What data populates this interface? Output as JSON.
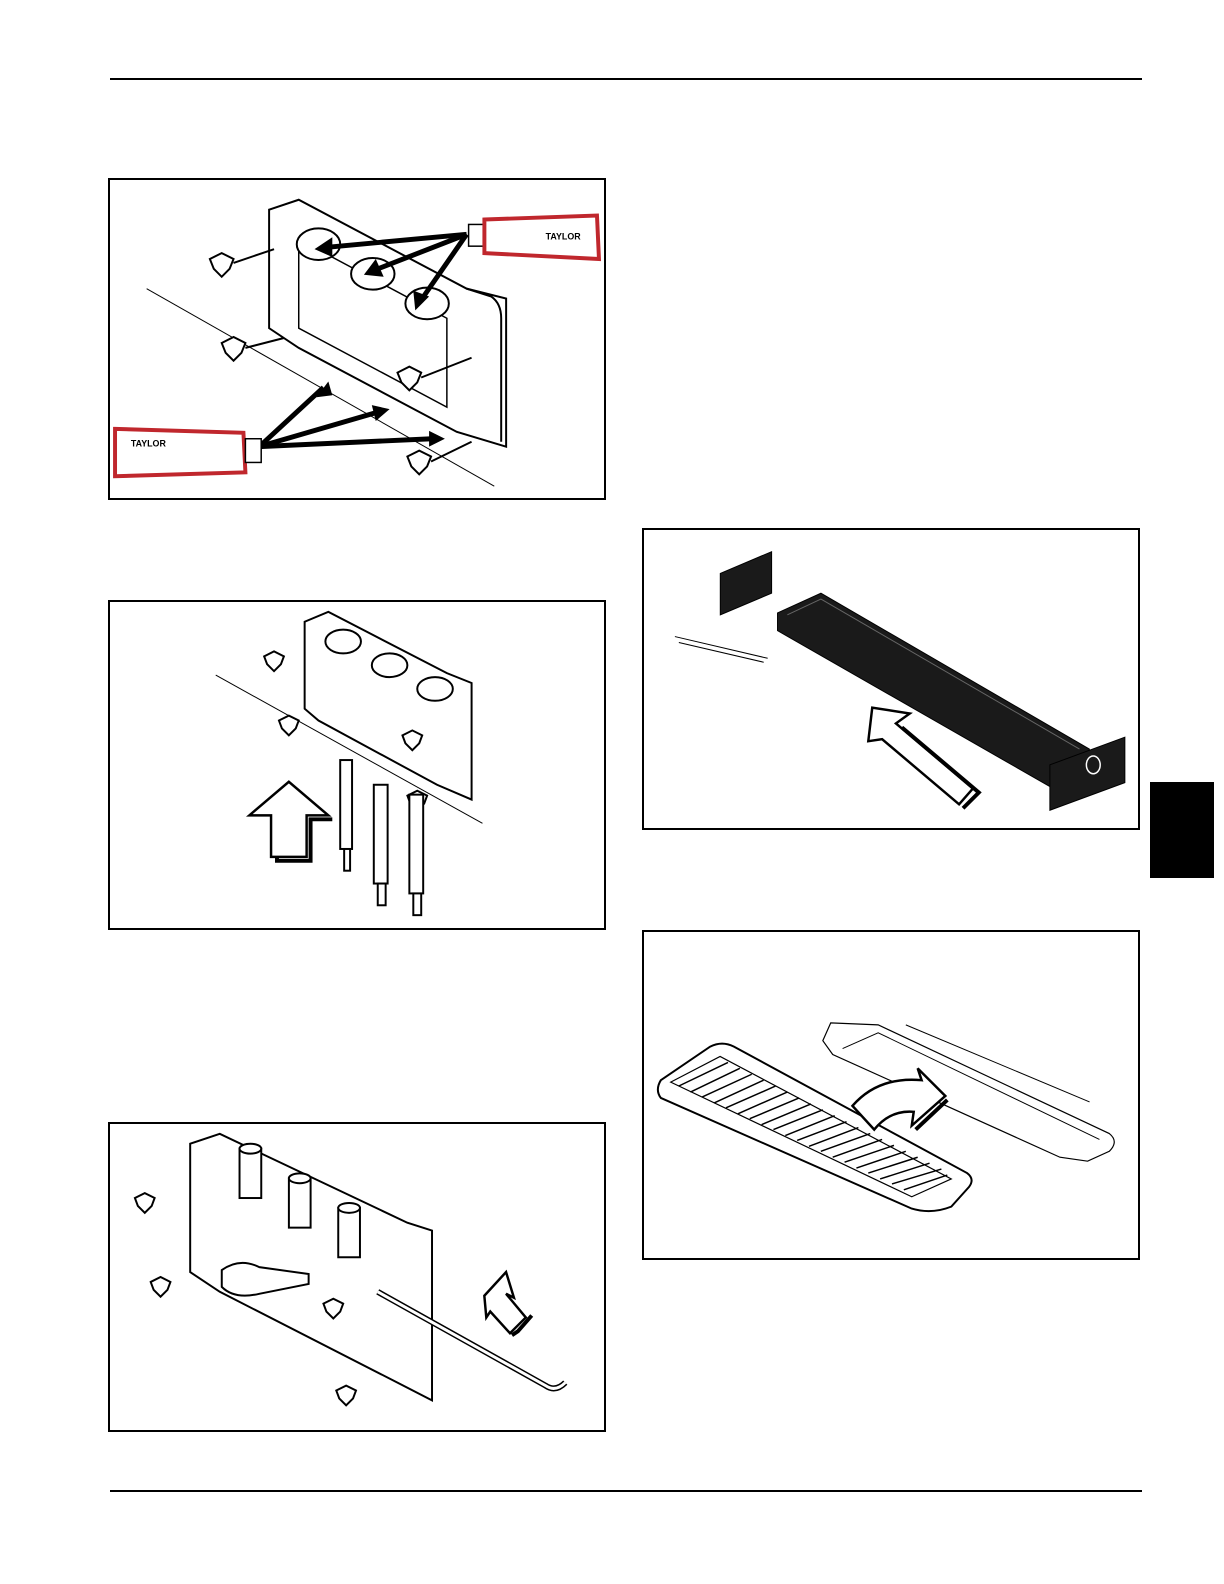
{
  "page": {
    "brand_tube_label": "TAYLOR",
    "colors": {
      "tube_red": "#c0272d",
      "ink": "#000000",
      "paper": "#ffffff"
    }
  },
  "figures": [
    {
      "id": "fig-lubricate-door",
      "icons": [
        "lubricant-tube-icon",
        "lubricant-tube-icon"
      ]
    },
    {
      "id": "fig-insert-draw-valves",
      "icons": [
        "up-arrow-icon"
      ]
    },
    {
      "id": "fig-install-handle-pin",
      "icons": [
        "insert-arrow-icon"
      ]
    },
    {
      "id": "fig-drip-tray",
      "icons": [
        "insert-arrow-icon"
      ]
    },
    {
      "id": "fig-drip-pan-shield",
      "icons": [
        "curved-arrow-icon"
      ]
    }
  ]
}
